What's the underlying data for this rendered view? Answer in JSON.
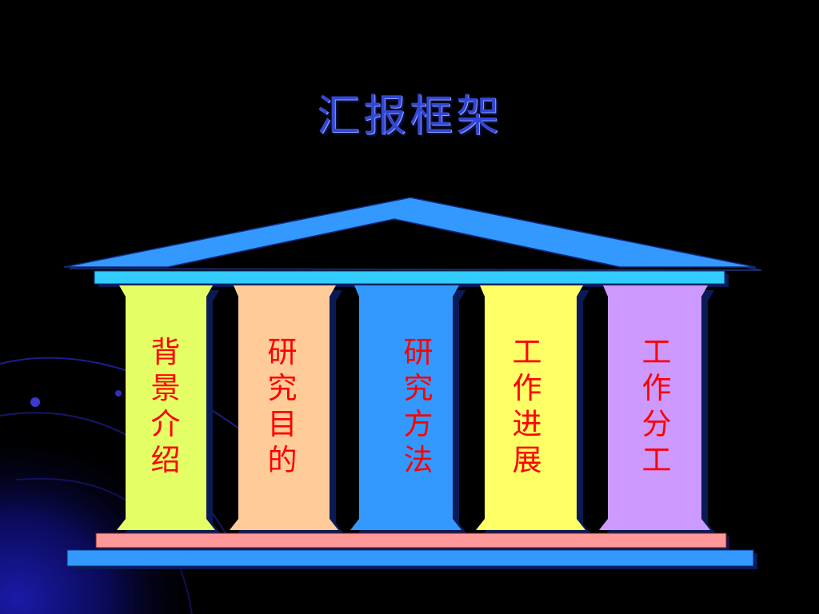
{
  "title": "汇报框架",
  "columns": [
    {
      "label": "背\n景\n介\n绍",
      "color": "#e4ff66"
    },
    {
      "label": "研\n究\n目\n的",
      "color": "#ffcc99"
    },
    {
      "label": "研\n究\n方\n法",
      "color": "#3399ff"
    },
    {
      "label": "工\n作\n进\n展",
      "color": "#ffff66"
    },
    {
      "label": "工\n作\n分\n工",
      "color": "#cc99ff"
    }
  ],
  "colors": {
    "roof": "#3399ff",
    "architrave": "#33ccff",
    "base_top": "#ff9999",
    "base_bottom": "#3399ff",
    "title": "#3347d6"
  }
}
